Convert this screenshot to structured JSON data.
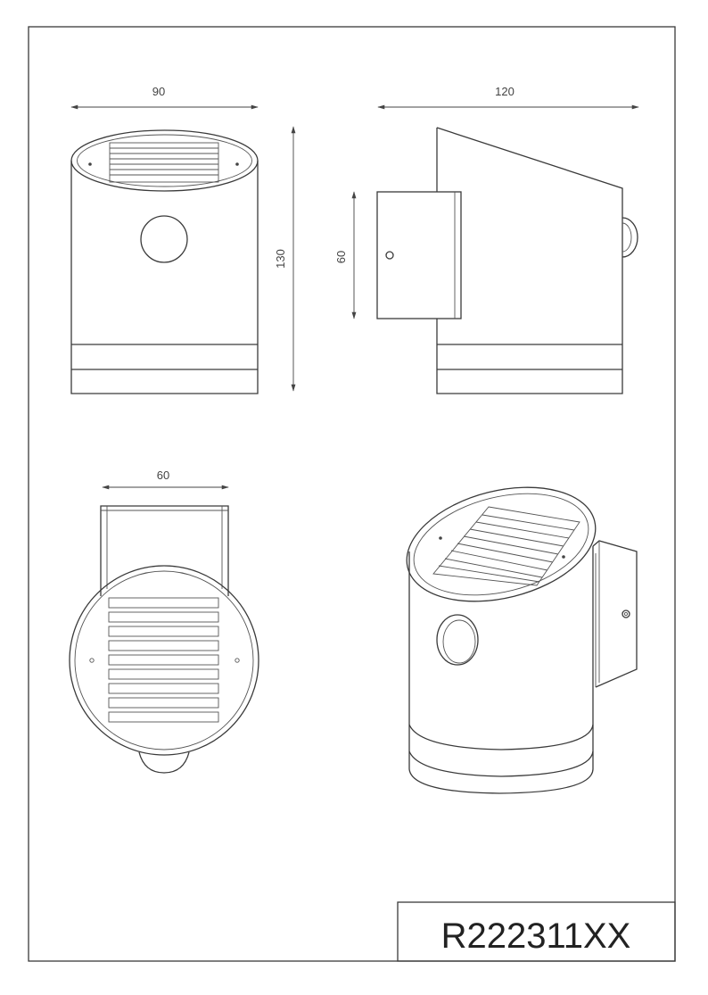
{
  "dimensions": {
    "front_width": "90",
    "front_height": "130",
    "side_width": "120",
    "side_depth": "60",
    "top_width": "60"
  },
  "title_block": {
    "product_code": "R222311XX"
  }
}
